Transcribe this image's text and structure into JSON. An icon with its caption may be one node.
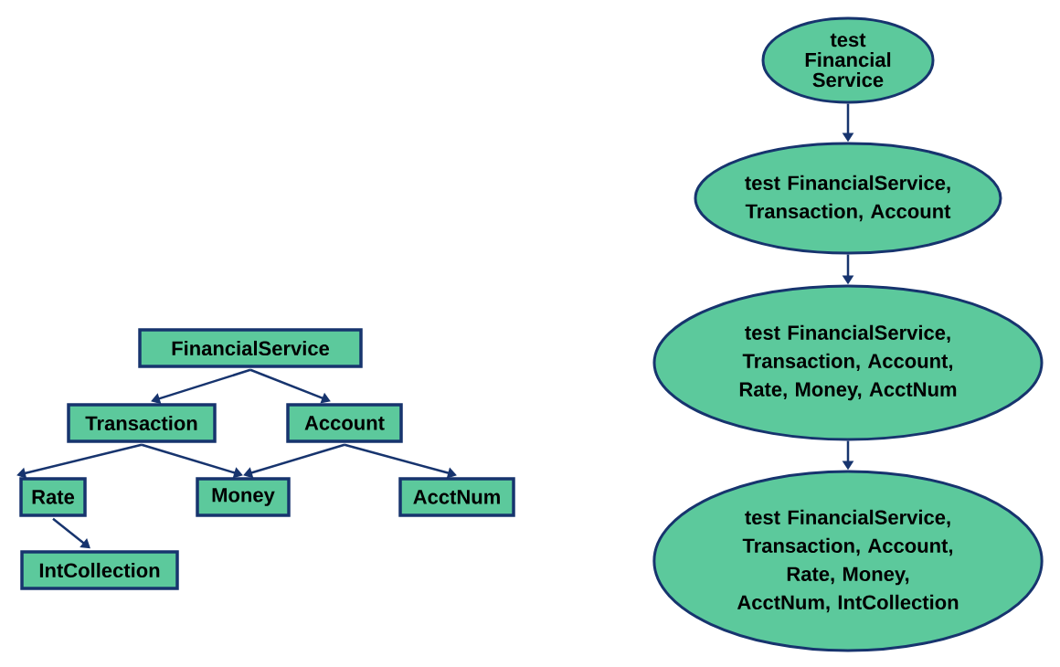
{
  "diagram": {
    "nodes": [
      {
        "text": [
          "FinancialService"
        ]
      },
      {
        "text": [
          "Transaction"
        ]
      },
      {
        "text": [
          "Account"
        ]
      },
      {
        "text": [
          "Rate"
        ]
      },
      {
        "text": [
          "Money"
        ]
      },
      {
        "text": [
          "AcctNum"
        ]
      },
      {
        "text": [
          "IntCollection"
        ]
      },
      {
        "text": [
          "test Financial Service"
        ]
      },
      {
        "text": [
          "test FinancialService, Transaction, Account"
        ]
      },
      {
        "text": [
          "test FinancialService, Transaction, Account, Rate, Money, AcctNum"
        ]
      },
      {
        "text": [
          "test FinancialService, Transaction, Account, Rate, Money, AcctNum, IntCollection"
        ]
      }
    ],
    "edges": [
      {
        "from": 0,
        "to": 1,
        "arrow": "to"
      },
      {
        "from": 0,
        "to": 2,
        "arrow": "to"
      },
      {
        "from": 1,
        "to": 3,
        "arrow": "to"
      },
      {
        "from": 1,
        "to": 4,
        "arrow": "to"
      },
      {
        "from": 2,
        "to": 4,
        "arrow": "to"
      },
      {
        "from": 2,
        "to": 5,
        "arrow": "to"
      },
      {
        "from": 3,
        "to": 6,
        "arrow": "to"
      },
      {
        "from": 7,
        "to": 8,
        "arrow": "to"
      },
      {
        "from": 8,
        "to": 9,
        "arrow": "to"
      },
      {
        "from": 9,
        "to": 10,
        "arrow": "to"
      }
    ]
  }
}
